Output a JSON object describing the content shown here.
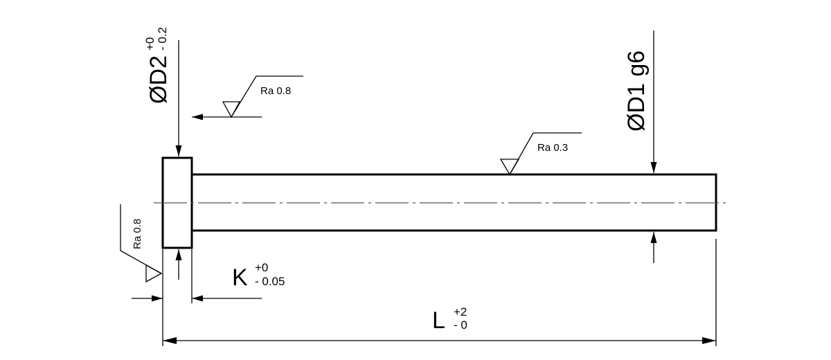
{
  "dimensions": {
    "d2": {
      "label": "ØD2",
      "tol_upper": "+0",
      "tol_lower": "- 0.2"
    },
    "d1": {
      "label": "ØD1 g6"
    },
    "k": {
      "label": "K",
      "tol_upper": "+0",
      "tol_lower": "- 0.05"
    },
    "l": {
      "label": "L",
      "tol_upper": "+2",
      "tol_lower": "- 0"
    }
  },
  "roughness": {
    "head_top": "Ra 0.8",
    "shaft": "Ra 0.3",
    "head_face": "Ra 0.8"
  }
}
